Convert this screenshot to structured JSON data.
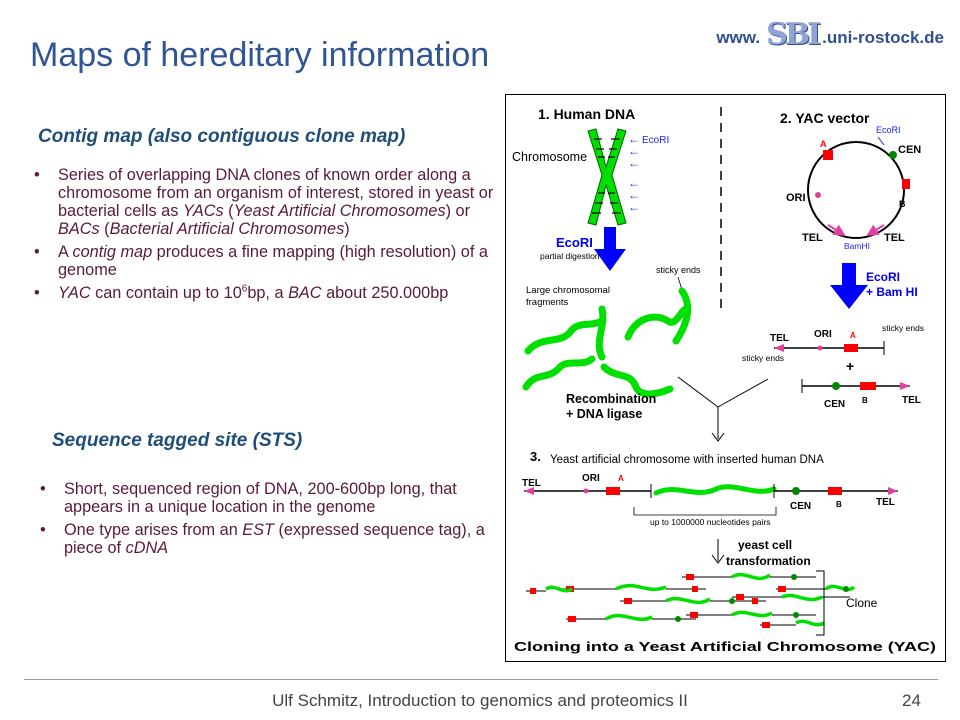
{
  "header": {
    "title": "Maps of hereditary information",
    "brand_prefix": "www.",
    "brand_logo": "SBI",
    "brand_suffix": ".uni-rostock.de"
  },
  "contig": {
    "heading": "Contig map (also contiguous clone map)",
    "bullet1": {
      "t1": "Series of overlapping DNA clones of known order along a chromosome from an organism of interest, stored in yeast or bacterial cells as ",
      "yacs": "YACs",
      "t2": " (",
      "yac_full": "Yeast Artificial Chromosomes",
      "t3": ") or ",
      "bacs": "BACs",
      "t4": " (",
      "bac_full": "Bacterial Artificial Chromosomes",
      "t5": ")"
    },
    "bullet2": {
      "t1": "A ",
      "contig_map": "contig map",
      "t2": " produces a fine mapping (high resolution) of a genome"
    },
    "bullet3": {
      "yac": "YAC",
      "t1": " can contain up to 10",
      "exp": "6",
      "t2": "bp, a ",
      "bac": "BAC",
      "t3": " about 250.000bp"
    }
  },
  "sts": {
    "heading": "Sequence tagged site (STS)",
    "bullet1": "Short, sequenced region of DNA, 200-600bp long, that appears in a unique location in the genome",
    "bullet2": {
      "t1": "One type arises from an ",
      "est": "EST",
      "t2": " (expressed sequence tag), a piece of ",
      "cdna": "cDNA"
    }
  },
  "figure": {
    "step1": "1. Human DNA",
    "chromosome": "Chromosome",
    "ecori": "EcoRI",
    "ecori_digest": "EcoRI",
    "partial_digestion": "partial digestion",
    "large_fragments_1": "Large chromosomal",
    "large_fragments_2": "fragments",
    "sticky_ends": "sticky ends",
    "step2": "2. YAC vector",
    "ecori_small": "EcoRI",
    "cen": "CEN",
    "ori": "ORI",
    "tel": "TEL",
    "a": "A",
    "b": "B",
    "bamhi": "BamHI",
    "ecori_bam_1": "EcoRI",
    "ecori_bam_2": "+ Bam HI",
    "plus": "+",
    "recombination_1": "Recombination",
    "recombination_2": "+ DNA ligase",
    "step3": "3.",
    "step3_text": "Yeast artificial chromosome with inserted human DNA",
    "nucleotides": "up to 1000000 nucleotides pairs",
    "yeast_1": "yeast cell",
    "yeast_2": "transformation",
    "clone": "Clone",
    "caption": "Cloning into a Yeast Artificial Chromosome (YAC)"
  },
  "footer": {
    "text": "Ulf Schmitz, Introduction to genomics and proteomics II",
    "page": "24"
  },
  "colors": {
    "title": "#2f5597",
    "heading": "#1f4e79",
    "body_text": "#5a1a3a",
    "green": "#00e000",
    "blue_arrow": "#0000ff",
    "red_marker": "#ff0000"
  }
}
